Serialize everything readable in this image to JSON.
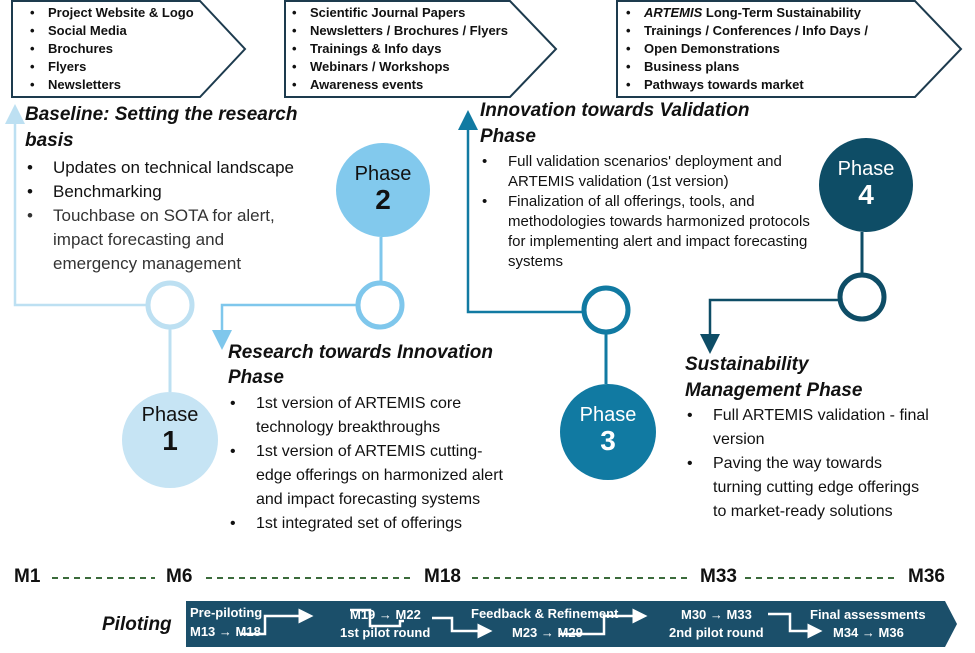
{
  "boxes": [
    {
      "items": [
        "Project Website & Logo",
        "Social Media",
        "Brochures",
        "Flyers",
        "Newsletters"
      ]
    },
    {
      "items": [
        "Scientific Journal Papers",
        "Newsletters / Brochures / Flyers",
        "Trainings & Info days",
        "Webinars / Workshops",
        "Awareness events"
      ]
    },
    {
      "items_lead_italic": "ARTEMIS",
      "items": [
        " Long-Term Sustainability",
        "Trainings / Conferences / Info Days /",
        "Open Demonstrations",
        "Business plans",
        "Pathways towards market"
      ]
    }
  ],
  "baseline": {
    "title": "Baseline: Setting the research basis",
    "items": [
      "Updates on technical landscape",
      "Benchmarking",
      "Touchbase on SOTA for alert, impact forecasting and emergency management"
    ]
  },
  "research": {
    "title": "Research towards Innovation Phase",
    "items": [
      "1st version of ARTEMIS core technology breakthroughs",
      "1st version of ARTEMIS cutting-edge offerings on harmonized alert and impact forecasting systems",
      "1st integrated set of offerings"
    ]
  },
  "innovation": {
    "title": "Innovation towards Validation Phase",
    "items": [
      "Full validation scenarios' deployment and ARTEMIS validation (1st version)",
      "Finalization of all offerings, tools, and methodologies towards harmonized protocols  for implementing alert and impact forecasting systems"
    ]
  },
  "sustainability": {
    "title": "Sustainability Management Phase",
    "items": [
      "Full ARTEMIS validation - final version",
      "Paving the way towards turning cutting edge offerings to market-ready solutions"
    ]
  },
  "phases": [
    {
      "word": "Phase",
      "num": "1"
    },
    {
      "word": "Phase",
      "num": "2"
    },
    {
      "word": "Phase",
      "num": "3"
    },
    {
      "word": "Phase",
      "num": "4"
    }
  ],
  "milestones": [
    "M1",
    "M6",
    "M18",
    "M33",
    "M36"
  ],
  "piloting": {
    "label": "Piloting",
    "steps": [
      "Pre-piloting",
      "M13 → M18",
      "M19 → M22",
      "1st pilot round",
      "Feedback & Refinement",
      "M23 → M29",
      "M30 → M33",
      "2nd pilot round",
      "Final assessments",
      "M34 → M36"
    ]
  },
  "colors": {
    "phase1": "#c6e4f4",
    "phase2": "#82c9ed",
    "phase3": "#117aa2",
    "phase4": "#0e4d66",
    "navy": "#1d3b4e",
    "bar": "#1b4f6a",
    "dash": "#3b6b3b"
  }
}
